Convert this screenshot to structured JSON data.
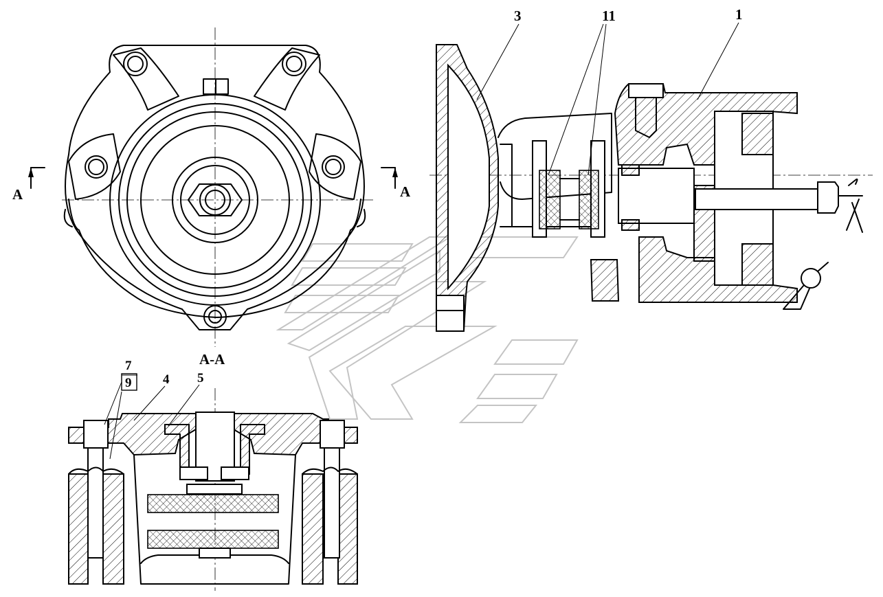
{
  "labels": {
    "view_a_left": "A",
    "view_a_right": "A",
    "section_title": "A-A",
    "callout_1": "1",
    "callout_3": "3",
    "callout_11": "11",
    "callout_4": "4",
    "callout_5": "5",
    "callout_7": "7",
    "callout_9": "9"
  },
  "colors": {
    "line": "#000000",
    "watermark": "#c4c4c4",
    "background": "#ffffff"
  }
}
